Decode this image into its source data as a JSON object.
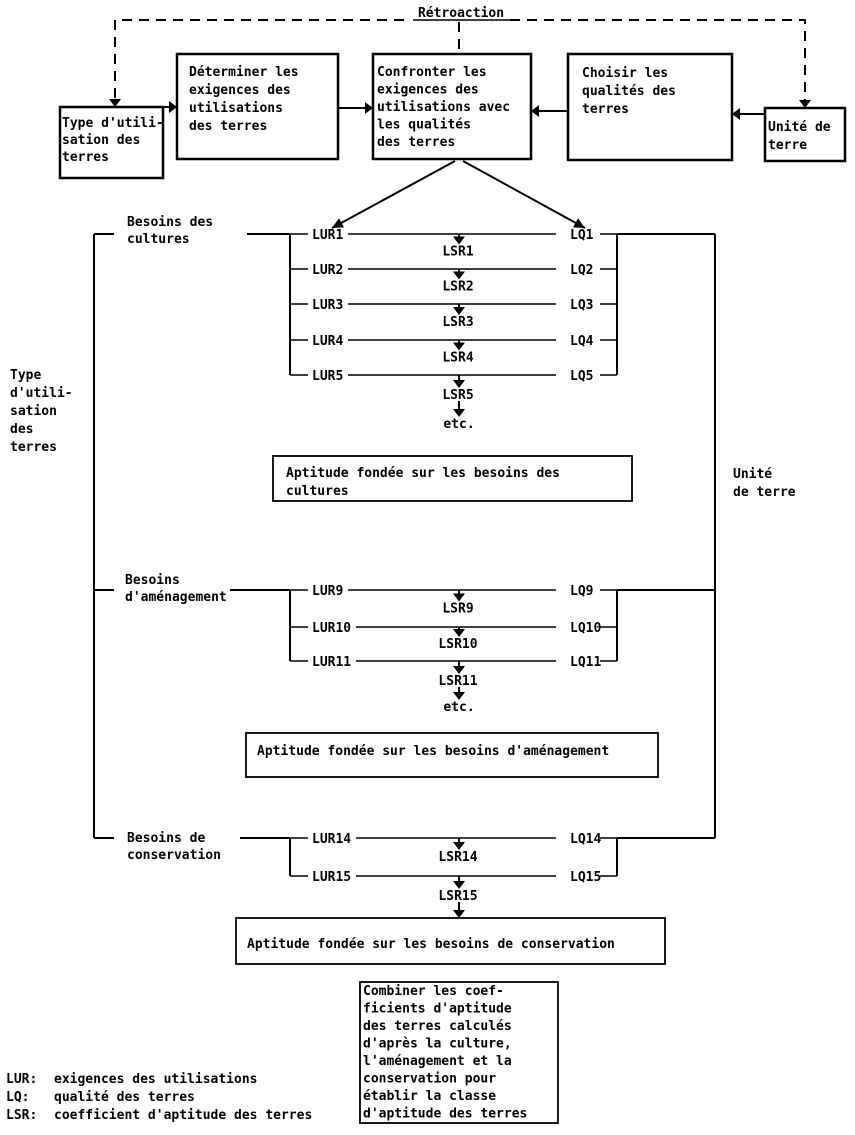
{
  "feedback_label": "Rétroaction",
  "top_boxes": {
    "land_use_type": [
      "Type d'utili-",
      "sation des",
      "terres"
    ],
    "determine_requirements": [
      "Déterminer les",
      "exigences des",
      "utilisations",
      "des terres"
    ],
    "compare": [
      "Confronter les",
      "exigences des",
      "utilisations avec",
      "les qualités",
      "des terres"
    ],
    "choose_qualities": [
      "Choisir les",
      "qualités des",
      "terres"
    ],
    "land_unit": [
      "Unité de",
      "terre"
    ]
  },
  "side_labels": {
    "left": [
      "Type",
      "d'utili-",
      "sation",
      "des",
      "terres"
    ],
    "right": [
      "Unité",
      "de terre"
    ]
  },
  "groups": [
    {
      "id": "crops",
      "label": [
        "Besoins des",
        "cultures"
      ],
      "rows": [
        {
          "lur": "LUR1",
          "lq": "LQ1"
        },
        {
          "lur": "LUR2",
          "lq": "LQ2"
        },
        {
          "lur": "LUR3",
          "lq": "LQ3"
        },
        {
          "lur": "LUR4",
          "lq": "LQ4"
        },
        {
          "lur": "LUR5",
          "lq": "LQ5"
        }
      ],
      "lsr": [
        "LSR1",
        "LSR2",
        "LSR3",
        "LSR4",
        "LSR5"
      ],
      "etc": "etc.",
      "result": [
        "Aptitude fondée sur les besoins des",
        "cultures"
      ]
    },
    {
      "id": "management",
      "label": [
        "Besoins",
        "d'aménagement"
      ],
      "rows": [
        {
          "lur": "LUR9",
          "lq": "LQ9"
        },
        {
          "lur": "LUR10",
          "lq": "LQ10"
        },
        {
          "lur": "LUR11",
          "lq": "LQ11"
        }
      ],
      "lsr": [
        "LSR9",
        "LSR10",
        "LSR11"
      ],
      "etc": "etc.",
      "result": [
        "Aptitude fondée sur les besoins d'aménagement"
      ]
    },
    {
      "id": "conservation",
      "label": [
        "Besoins de",
        "conservation"
      ],
      "rows": [
        {
          "lur": "LUR14",
          "lq": "LQ14"
        },
        {
          "lur": "LUR15",
          "lq": "LQ15"
        }
      ],
      "lsr": [
        "LSR14",
        "LSR15"
      ],
      "etc": "",
      "result": [
        "Aptitude fondée sur les besoins de conservation"
      ]
    }
  ],
  "combine_box": [
    "Combiner les coef-",
    "ficients d'aptitude",
    "des terres calculés",
    "d'après la culture,",
    "l'aménagement et la",
    "conservation pour",
    "établir la classe",
    "d'aptitude des terres"
  ],
  "legend": [
    {
      "abbr": "LUR:",
      "text": "exigences des utilisations"
    },
    {
      "abbr": "LQ:",
      "text": "qualité des terres"
    },
    {
      "abbr": "LSR:",
      "text": "coefficient d'aptitude des terres"
    }
  ]
}
